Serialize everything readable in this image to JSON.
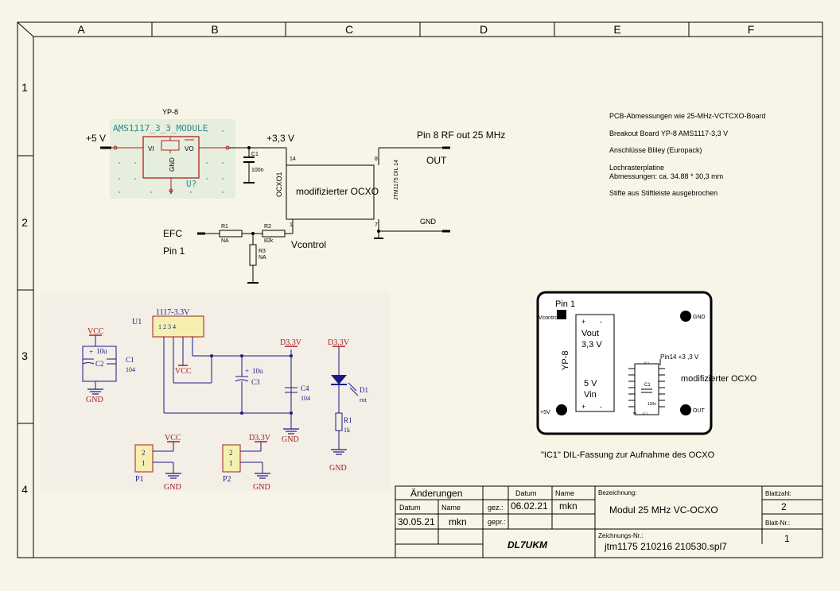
{
  "frame": {
    "columns": [
      "A",
      "B",
      "C",
      "D",
      "E",
      "F"
    ],
    "rows": [
      "1",
      "2",
      "3",
      "4"
    ]
  },
  "module": {
    "ref": "YP-8",
    "name": "AMS1117_3_3_MODULE",
    "pin_vi": "VI",
    "pin_vo": "VO",
    "pin_gnd": "GND",
    "designator": "U?"
  },
  "nets": {
    "plus5v": "+5 V",
    "plus33v": "+3,3 V",
    "pin8": "Pin 8 RF out 25 MHz",
    "out": "OUT",
    "gnd": "GND",
    "efc": "EFC",
    "pin1": "Pin 1",
    "vcontrol": "Vcontrol"
  },
  "ocxo": {
    "label": "modifizierter OCXO",
    "ref": "OCXO1",
    "part": "JTM1175 DIL 14",
    "pin14": "14",
    "pin8": "8",
    "pin7": "7",
    "pin1": "1"
  },
  "parts": {
    "c1_ref": "C1",
    "c1_val": "100n",
    "r1_ref": "R1",
    "r1_val": "NA",
    "r2_ref": "R2",
    "r2_val": "82k",
    "r3_ref": "R3",
    "r3_val": "NA"
  },
  "notes": [
    "PCB-Abmessungen wie 25-MHz-VCTCXO-Board",
    "Breakout Board YP-8 AMS1117-3,3 V",
    "Anschlüsse Bliley (Europack)",
    "Lochrasterplatine",
    "Abmessungen: ca. 34.88 * 30,3 mm",
    "Stifte aus Stiftleiste ausgebrochen"
  ],
  "sub": {
    "u1_ref": "U1",
    "u1_name": "1117-3.3V",
    "u1_pins": "1 2 3 4",
    "vcc": "VCC",
    "gnd": "GND",
    "d33v": "D3.3V",
    "c2_ref": "C2",
    "c2_val": "10u",
    "c1_ref": "C1",
    "c1_val": "104",
    "c3_ref": "C3",
    "c3_val": "10u",
    "c4_ref": "C4",
    "c4_val": "104",
    "d1_ref": "D1",
    "d1_val": "rot",
    "r1_ref": "R1",
    "r1_val": "1k",
    "p1_ref": "P1",
    "p2_ref": "P2",
    "pin2": "2",
    "pin1": "1"
  },
  "layout": {
    "pin1": "Pin 1",
    "vcontrol": "Vcontrol",
    "gnd": "GND",
    "plus5v": "+5V",
    "out": "OUT",
    "yp8": "YP-8",
    "vout": "Vout",
    "v33": "3,3 V",
    "v5": "5  V",
    "vin": "Vin",
    "plus": "+",
    "minus": "-",
    "pin14": "Pin14 +3 ,3 V",
    "ocxo": "modifizierter OCXO",
    "ic1_tag": "IC1",
    "c1_tag": "C1",
    "c1_val": "100n",
    "ic1_ref": "IC1",
    "caption": "\"IC1\" DIL-Fassung zur Aufnahme des OCXO"
  },
  "title_block": {
    "aenderungen": "Änderungen",
    "datum_h": "Datum",
    "name_h": "Name",
    "datum_h2": "Datum",
    "name_h2": "Name",
    "gez": "gez.:",
    "gez_date": "06.02.21",
    "gez_name": "mkn",
    "gepr": "gepr.:",
    "rev_date": "30.05.21",
    "rev_name": "mkn",
    "bezeichnung_h": "Bezeichnung:",
    "bezeichnung": "Modul 25 MHz VC-OCXO",
    "blattzahl_h": "Blattzahl:",
    "blattzahl": "2",
    "blattnr_h": "Blatt-Nr.:",
    "blattnr": "1",
    "author": "DL7UKM",
    "zeichnungsnr_h": "Zeichnungs-Nr.:",
    "zeichnungsnr": "jtm1175 210216 210530.spl7"
  }
}
